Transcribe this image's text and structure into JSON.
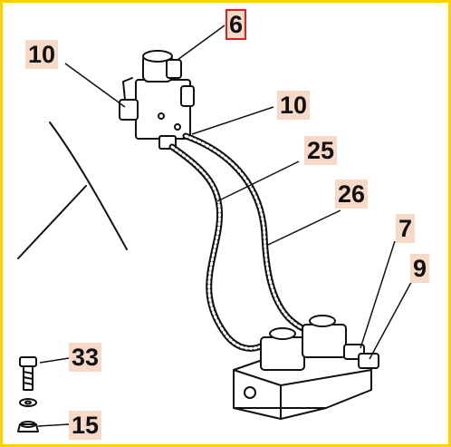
{
  "callouts": {
    "c6": "6",
    "c10a": "10",
    "c10b": "10",
    "c25": "25",
    "c26": "26",
    "c7": "7",
    "c9": "9",
    "c33": "33",
    "c15": "15"
  },
  "colors": {
    "frame": "#ffd000",
    "label_fill": "#f7d9c8",
    "highlight": "#e02020",
    "ink": "#111111"
  }
}
